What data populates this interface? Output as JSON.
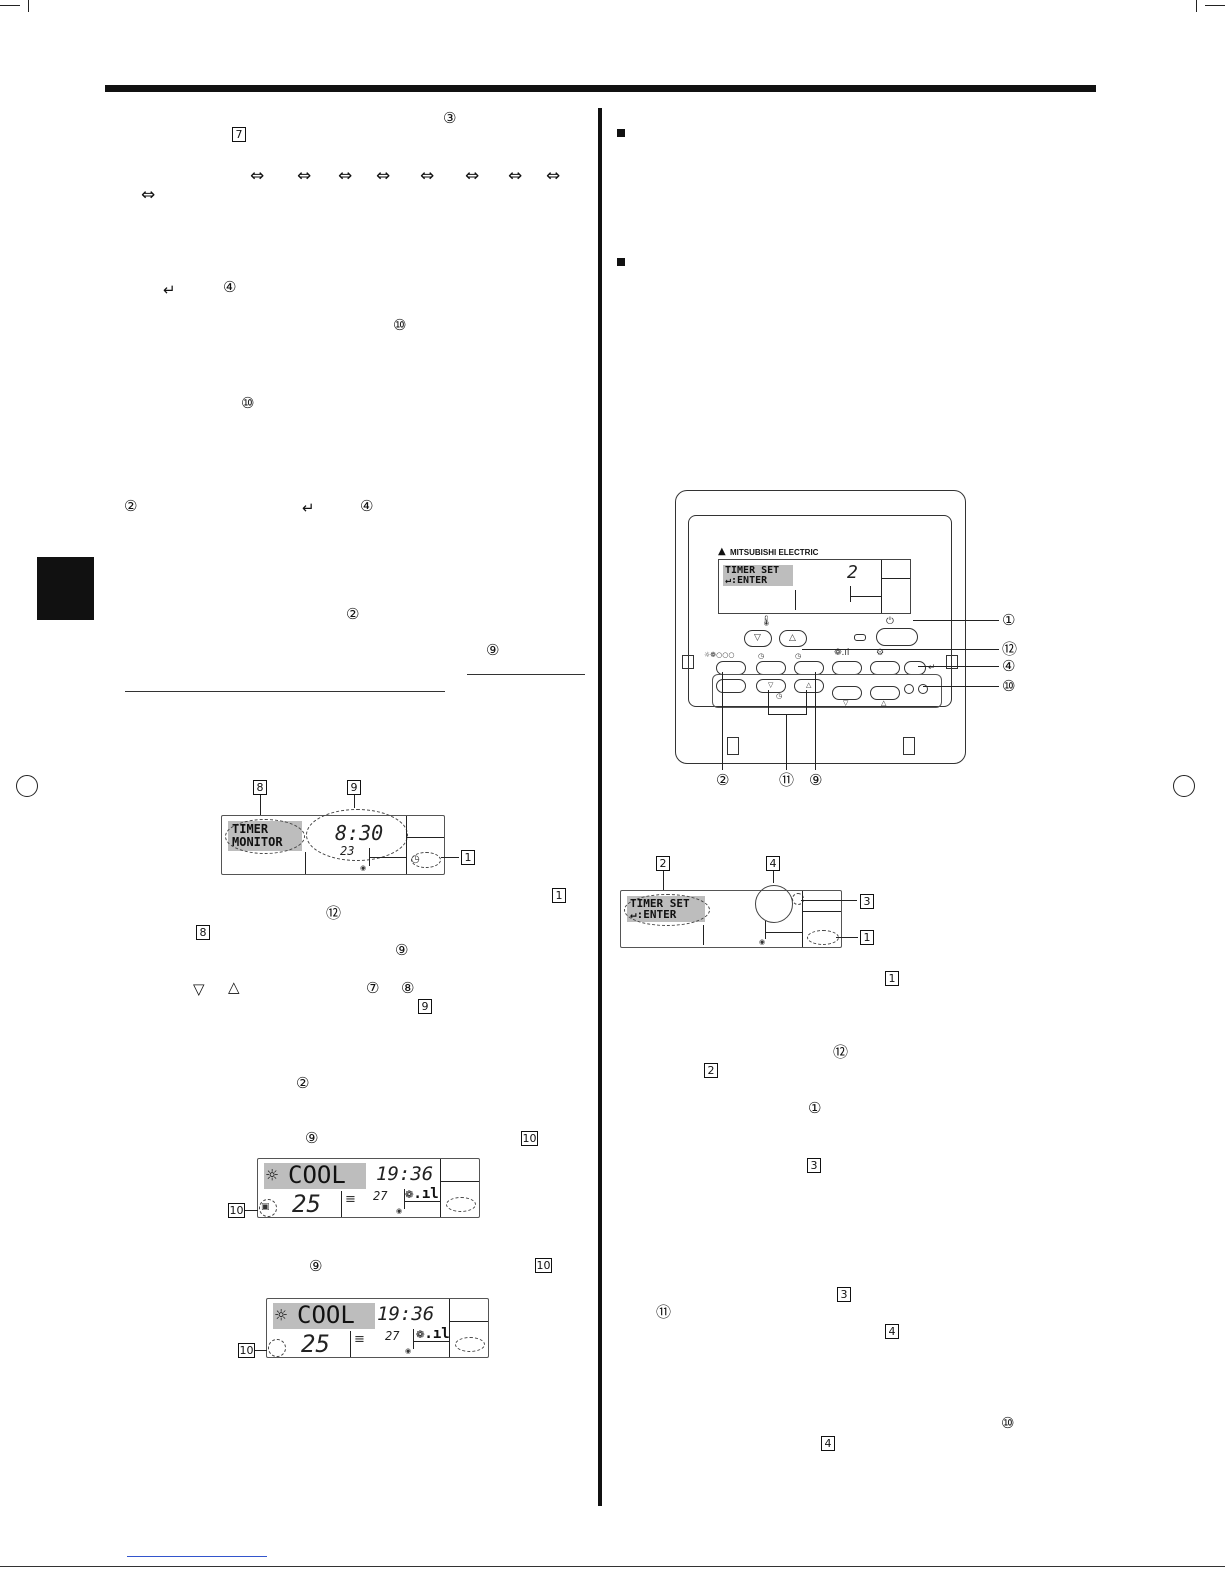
{
  "brand": {
    "name": "MITSUBISHI ELECTRIC"
  },
  "lcd_timer_monitor": {
    "mode_line1": "TIMER",
    "mode_line2": "MONITOR",
    "time": "8:30",
    "value": "23"
  },
  "lcd_cool_1": {
    "mode": "COOL",
    "time": "19:36",
    "set_temp": "25",
    "room_temp": "27"
  },
  "lcd_cool_2": {
    "mode": "COOL",
    "time": "19:36",
    "set_temp": "25",
    "room_temp": "27"
  },
  "lcd_timer_set": {
    "line1": "TIMER SET",
    "line2": "↵:ENTER"
  },
  "remote_lcd": {
    "line1": "TIMER SET",
    "line2": "↵:ENTER",
    "digit": "2"
  },
  "labels": {
    "b1": "1",
    "b2": "2",
    "b3": "3",
    "b4": "4",
    "b7": "7",
    "b8": "8",
    "b9": "9",
    "b10": "10"
  },
  "circled": {
    "c1": "①",
    "c2": "②",
    "c3": "③",
    "c4": "④",
    "c7": "⑦",
    "c8": "⑧",
    "c9": "⑨",
    "c10": "⑩",
    "c11": "⑪",
    "c12": "⑫"
  },
  "symbols": {
    "swap": "⇔",
    "enter": "↵",
    "down": "▽",
    "up": "△"
  }
}
